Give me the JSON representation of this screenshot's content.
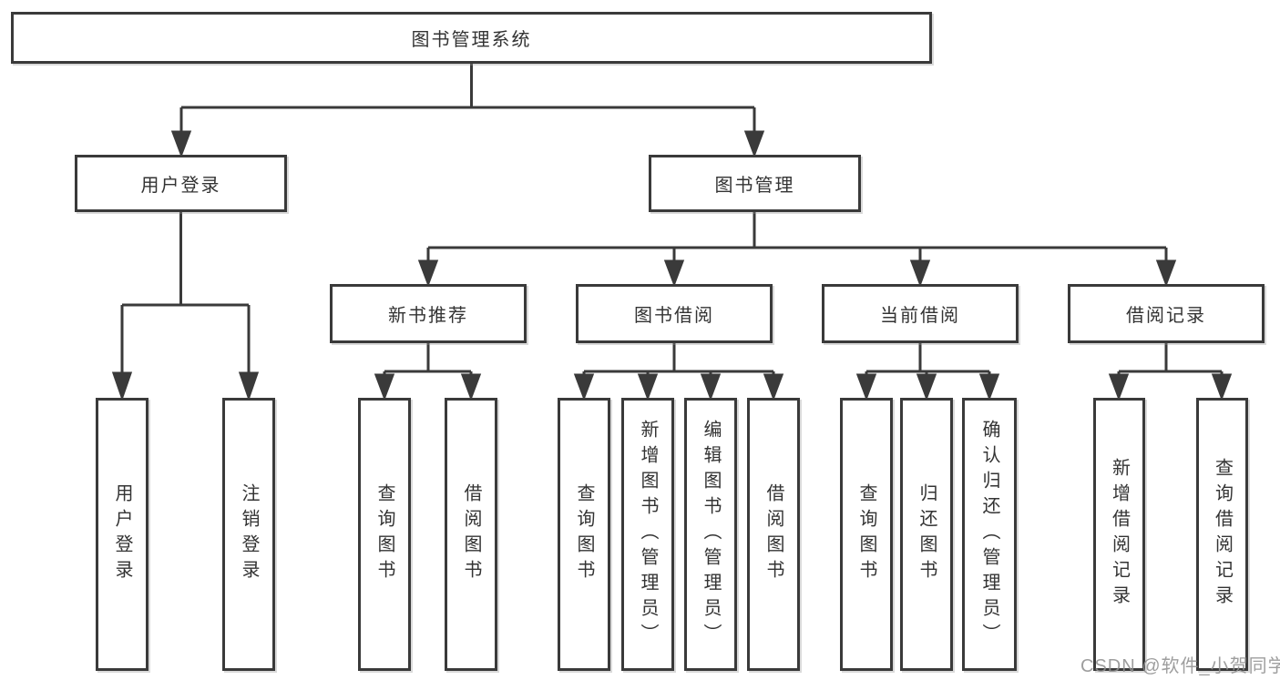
{
  "diagram": {
    "title": "图书管理系统",
    "type": "hierarchy-tree"
  },
  "nodes": {
    "root": {
      "label": "图书管理系统"
    },
    "level2": [
      {
        "label": "用户登录",
        "parent": "图书管理系统"
      },
      {
        "label": "图书管理",
        "parent": "图书管理系统"
      }
    ],
    "level3": [
      {
        "label": "新书推荐",
        "parent": "图书管理"
      },
      {
        "label": "图书借阅",
        "parent": "图书管理"
      },
      {
        "label": "当前借阅",
        "parent": "图书管理"
      },
      {
        "label": "借阅记录",
        "parent": "图书管理"
      }
    ],
    "leaves": [
      {
        "label": "用户登录",
        "parent": "用户登录"
      },
      {
        "label": "注销登录",
        "parent": "用户登录"
      },
      {
        "label": "查询图书",
        "parent": "新书推荐"
      },
      {
        "label": "借阅图书",
        "parent": "新书推荐"
      },
      {
        "label": "查询图书",
        "parent": "图书借阅"
      },
      {
        "label": "新增图书（管理员）",
        "parent": "图书借阅"
      },
      {
        "label": "编辑图书（管理员）",
        "parent": "图书借阅"
      },
      {
        "label": "借阅图书",
        "parent": "图书借阅"
      },
      {
        "label": "查询图书",
        "parent": "当前借阅"
      },
      {
        "label": "归还图书",
        "parent": "当前借阅"
      },
      {
        "label": "确认归还（管理员）",
        "parent": "当前借阅"
      },
      {
        "label": "新增借阅记录",
        "parent": "借阅记录"
      },
      {
        "label": "查询借阅记录",
        "parent": "借阅记录"
      }
    ]
  },
  "watermark": {
    "text": "CSDN @软件_小贺同学"
  },
  "colors": {
    "line": "#3a3a3a",
    "box_border": "#3a3a3a",
    "text": "#333333",
    "watermark": "#919191",
    "background": "#ffffff"
  }
}
